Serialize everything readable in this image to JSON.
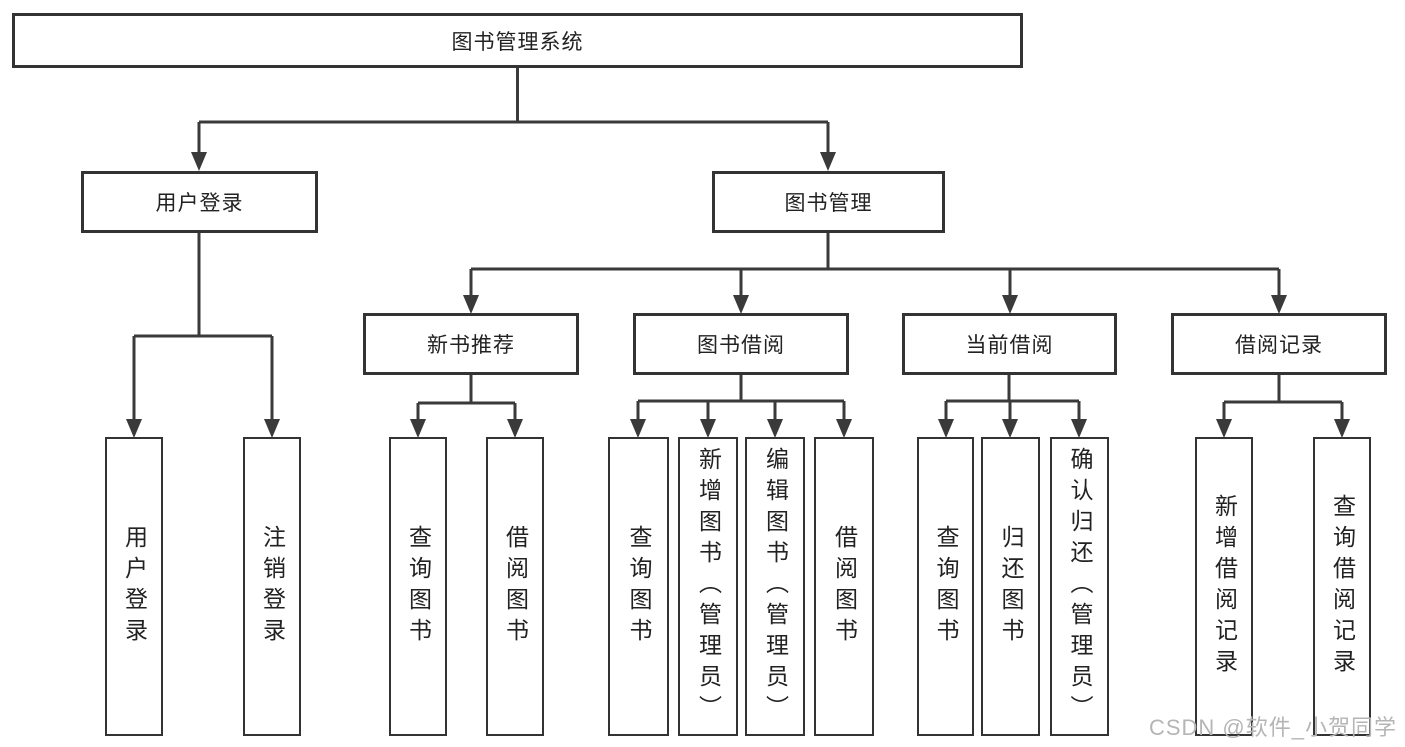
{
  "diagram": {
    "root": {
      "label": "图书管理系统"
    },
    "branches": [
      {
        "label": "用户登录",
        "children": [
          {
            "label": "用户登录"
          },
          {
            "label": "注销登录"
          }
        ]
      },
      {
        "label": "图书管理",
        "children": [
          {
            "label": "新书推荐",
            "children": [
              {
                "label": "查询图书"
              },
              {
                "label": "借阅图书"
              }
            ]
          },
          {
            "label": "图书借阅",
            "children": [
              {
                "label": "查询图书"
              },
              {
                "label": "新增图书（管理员）"
              },
              {
                "label": "编辑图书（管理员）"
              },
              {
                "label": "借阅图书"
              }
            ]
          },
          {
            "label": "当前借阅",
            "children": [
              {
                "label": "查询图书"
              },
              {
                "label": "归还图书"
              },
              {
                "label": "确认归还（管理员）"
              }
            ]
          },
          {
            "label": "借阅记录",
            "children": [
              {
                "label": "新增借阅记录"
              },
              {
                "label": "查询借阅记录"
              }
            ]
          }
        ]
      }
    ]
  },
  "watermark": {
    "text": "CSDN @软件_小贺同学"
  },
  "colors": {
    "line": "#3a3a3a",
    "box_border": "#333333",
    "text": "#222222",
    "watermark": "#b5b5b5",
    "background": "#ffffff"
  }
}
